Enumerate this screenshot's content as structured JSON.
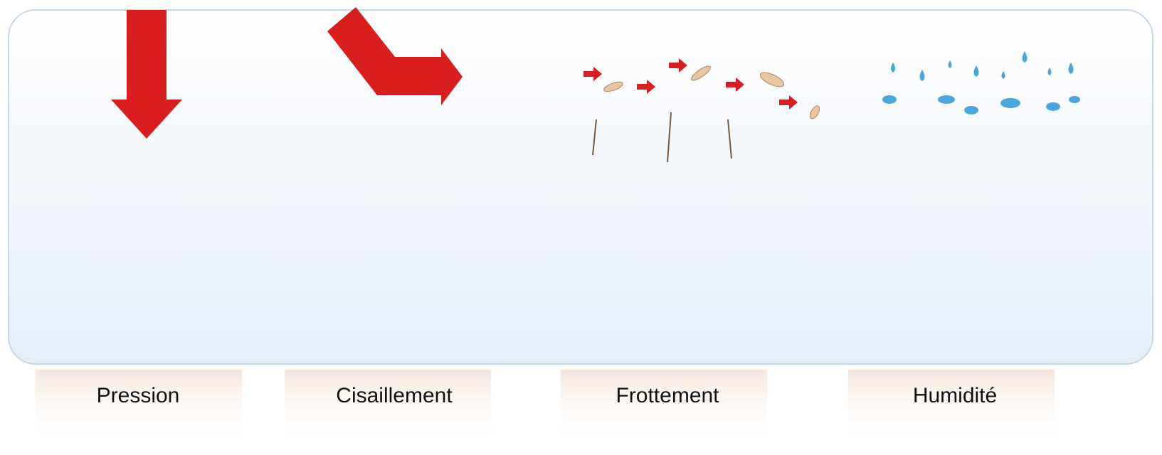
{
  "labels": {
    "pression": "Pression",
    "cisaillement": "Cisaillement",
    "frottement": "Frottement",
    "humidite": "Humidité"
  },
  "colors": {
    "force_arrow": "#d81e1e",
    "artery": "#cc1f2a",
    "vein": "#8a2fa0",
    "water_drop": "#4aa6dc",
    "dermis": "#e9b38c",
    "epidermis": "#f6e4c8",
    "stratum_corneum": "#c99a6c",
    "panel_border": "#c8d8ea"
  },
  "icons": {
    "pression": "down-arrow-icon",
    "cisaillement": "bent-arrow-icon",
    "frottement": "small-right-arrows-icon",
    "humidite": "water-drops-icon"
  }
}
